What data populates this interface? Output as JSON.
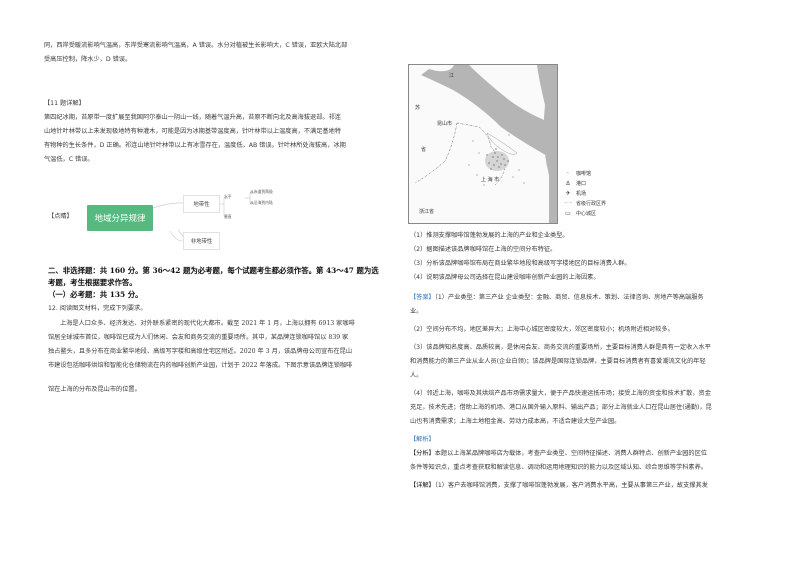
{
  "left_column": {
    "top_lines": [
      "同，西岸受暖流影响气温高，东岸受寒流影响气温高，A 错误。水分对植被生长影响大，C 错误，亚欧大陆北部",
      "受高压控制，降水少，D 错误。"
    ],
    "q11_header": "【11 题详解】",
    "q11_lines": [
      "第四纪冰期，苔原带一度扩展至我国阿尔泰山一阴山一线，随着气温升高，苔原不断向北及高海拔退却。祁连",
      "山地针叶林带以上未发现极地特有种灌木，可能是因为冰期基带温度高，针叶林带以上温度高，不满足基地特",
      "有物种的生长条件，D 正确。祁连山地针叶林带以上有冰雪存在，温度低，AB 错误。针叶林所处海拔高，冰期",
      "气温低，C 错误。"
    ],
    "dianjing_label": "【点睛】",
    "mindmap": {
      "root": "地域分异规律",
      "branch1": "地带性",
      "branch1_sub1": "水平",
      "branch1_sub1_a": "从赤道到两极",
      "branch1_sub1_b": "从沿海到内陆",
      "branch1_sub2": "垂直",
      "branch2": "非地带性"
    },
    "section2_line1": "二、非选择题：共 160 分。第 36～42 题为必考题，每个试题考生都必须作答。第 43～47 题为选",
    "section2_line2": "考题，考生根据要求作答。",
    "section2_sub": "（一）必考题：共 135 分。",
    "q12_stem": "12. 阅读图文材料，完成下列要求。",
    "q12_material": [
      "上海是人口众多、经济发达、对外联系紧密的现代化大都市。截至 2021 年 1 月，上海以拥有 6913 家咖啡",
      "馆居全球城市首位，咖啡馆已成为人们休闲、会友和商务交流的重要场所。其中，某品牌连锁咖啡馆以 839 家",
      "独占鳌头，且多分布在商业繁华地段、高级写字楼和高级住宅区附近。2020 年 3 月，该品牌母公司宣布在昆山",
      "市建设包括咖啡烘焙和智能化仓储物流在内的咖啡创新产业园，计划于 2022 年落成。下图示意该品牌连锁咖啡",
      "馆在上海的分布及昆山市的位置。"
    ]
  },
  "map": {
    "labels": {
      "jiang": "江",
      "su": "苏",
      "kunshan": "昆山市",
      "sheng": "省",
      "shanghai": "上 海 市",
      "zhejiang": "浙江省"
    },
    "legend": [
      {
        "icon": "dot-icon",
        "symbol": "·",
        "label": "咖啡馆"
      },
      {
        "icon": "port-icon",
        "symbol": "⚓",
        "label": "港口"
      },
      {
        "icon": "airport-icon",
        "symbol": "✈",
        "label": "机场"
      },
      {
        "icon": "boundary-icon",
        "symbol": "- · -",
        "label": "省级行政区界"
      },
      {
        "icon": "center-area-icon",
        "symbol": "▭",
        "label": "中心城区"
      }
    ]
  },
  "right_column": {
    "questions": [
      "（1）推测支撑咖啡馆蓬勃发展的上海的产业和企业类型。",
      "（2）据图描述该品牌咖啡馆在上海的空间分布特征。",
      "（3）分析该品牌咖啡馆布局在商业繁华地段和高级写字楼地区的目标消费人群。",
      "（4）说明该品牌母公司选择在昆山建设咖啡创新产业园的上海因素。"
    ],
    "answer_tag": "【答案】",
    "answer_lines": [
      "（1）产业类型：第三产业 企业类型：金融、商贸、信息技术、策划、法律咨询、房地产等高端服务",
      "业。",
      "（2）空间分布不均，地区差异大；上海中心城区密度较大，郊区密度较小；机场附近相对较多。",
      "（3）该品牌知名度高、品质较高，是休闲会友、商务交流的重要场所，主要目标消费人群是具有一定收入水平",
      "和消费能力的第三产业从业人员(企业白领)；该品牌是国际连锁品牌，主要目标消费者有喜爱潮流文化的年轻",
      "人。",
      "（4）邻近上海，咖啡及其烘焙产品市场需求量大，便于产品快速运抵市场；接受上海的资金和技术扩散，资金",
      "充足，技术先进；借助上海的机场、港口从国外输入原料、输出产品；部分上海就业人口在昆山居住(通勤)，昆",
      "山也有消费需求；上海土地租金高、劳动力成本高，不适合建设大型产业园。"
    ],
    "analysis_tag": "【解析】",
    "fenxi_tag": "【分析】",
    "fenxi_lines": [
      "本题以上海某品牌咖啡店为载体，考查产业类型、空间特征描述、消费人群特点、创新产业园的区位",
      "条件等知识点，重点考查获取和解读信息、调动和运用地理知识的能力以及区域认知、综合思维等学科素养。"
    ],
    "xiangjie_tag": "【详解】",
    "xiangjie_line": "（1）客户去咖啡馆消费，支撑了咖啡馆蓬勃发展，客户消费水平高，主要从事第三产业，故支撑其发"
  },
  "colors": {
    "accent_blue": "#2e75b6",
    "mindmap_green": "#56b97f",
    "map_gray": "#b5b5b5"
  }
}
